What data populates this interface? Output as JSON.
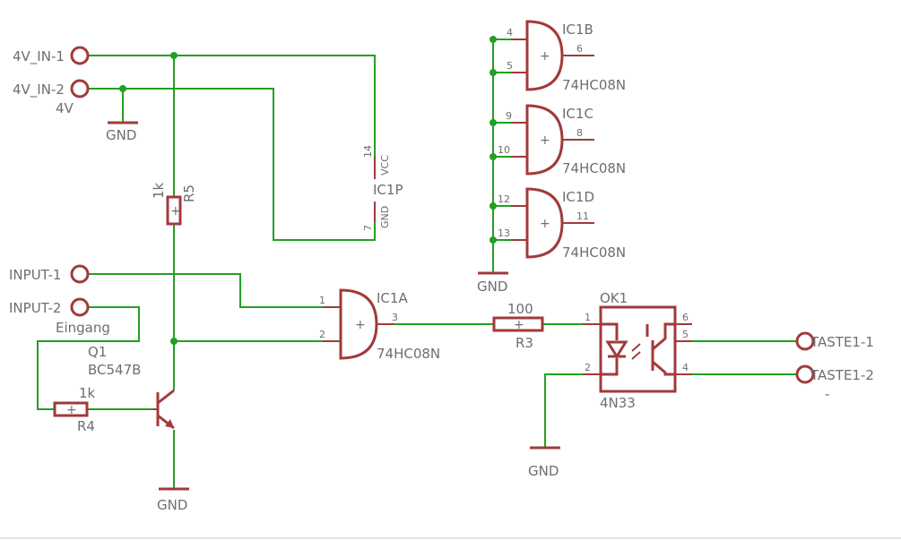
{
  "ports": {
    "vin1": "4V_IN-1",
    "vin2": "4V_IN-2",
    "vin2_value": "4V",
    "input1": "INPUT-1",
    "input2": "INPUT-2",
    "input2_value": "Eingang",
    "taste1": "TASTE1-1",
    "taste2": "TASTE1-2",
    "taste2_value": "-"
  },
  "grounds": {
    "label": "GND"
  },
  "resistors": {
    "r5": {
      "name": "R5",
      "value": "1k"
    },
    "r4": {
      "name": "R4",
      "value": "1k"
    },
    "r3": {
      "name": "R3",
      "value": "100"
    }
  },
  "transistor": {
    "name": "Q1",
    "value": "BC547B"
  },
  "gates": {
    "ic1a": {
      "name": "IC1A",
      "value": "74HC08N",
      "pins": [
        "1",
        "2",
        "3"
      ]
    },
    "ic1b": {
      "name": "IC1B",
      "value": "74HC08N",
      "pins": [
        "4",
        "5",
        "6"
      ]
    },
    "ic1c": {
      "name": "IC1C",
      "value": "74HC08N",
      "pins": [
        "9",
        "10",
        "8"
      ]
    },
    "ic1d": {
      "name": "IC1D",
      "value": "74HC08N",
      "pins": [
        "12",
        "13",
        "11"
      ]
    }
  },
  "power_block": {
    "name": "IC1P",
    "vcc": "VCC",
    "gnd": "GND",
    "vcc_pin": "14",
    "gnd_pin": "7"
  },
  "optocoupler": {
    "name": "OK1",
    "value": "4N33",
    "pins": [
      "1",
      "2",
      "6",
      "5",
      "4"
    ]
  },
  "colors": {
    "wire": "#22a022",
    "symbol": "#a23a3a",
    "text": "#6e6e6e"
  }
}
